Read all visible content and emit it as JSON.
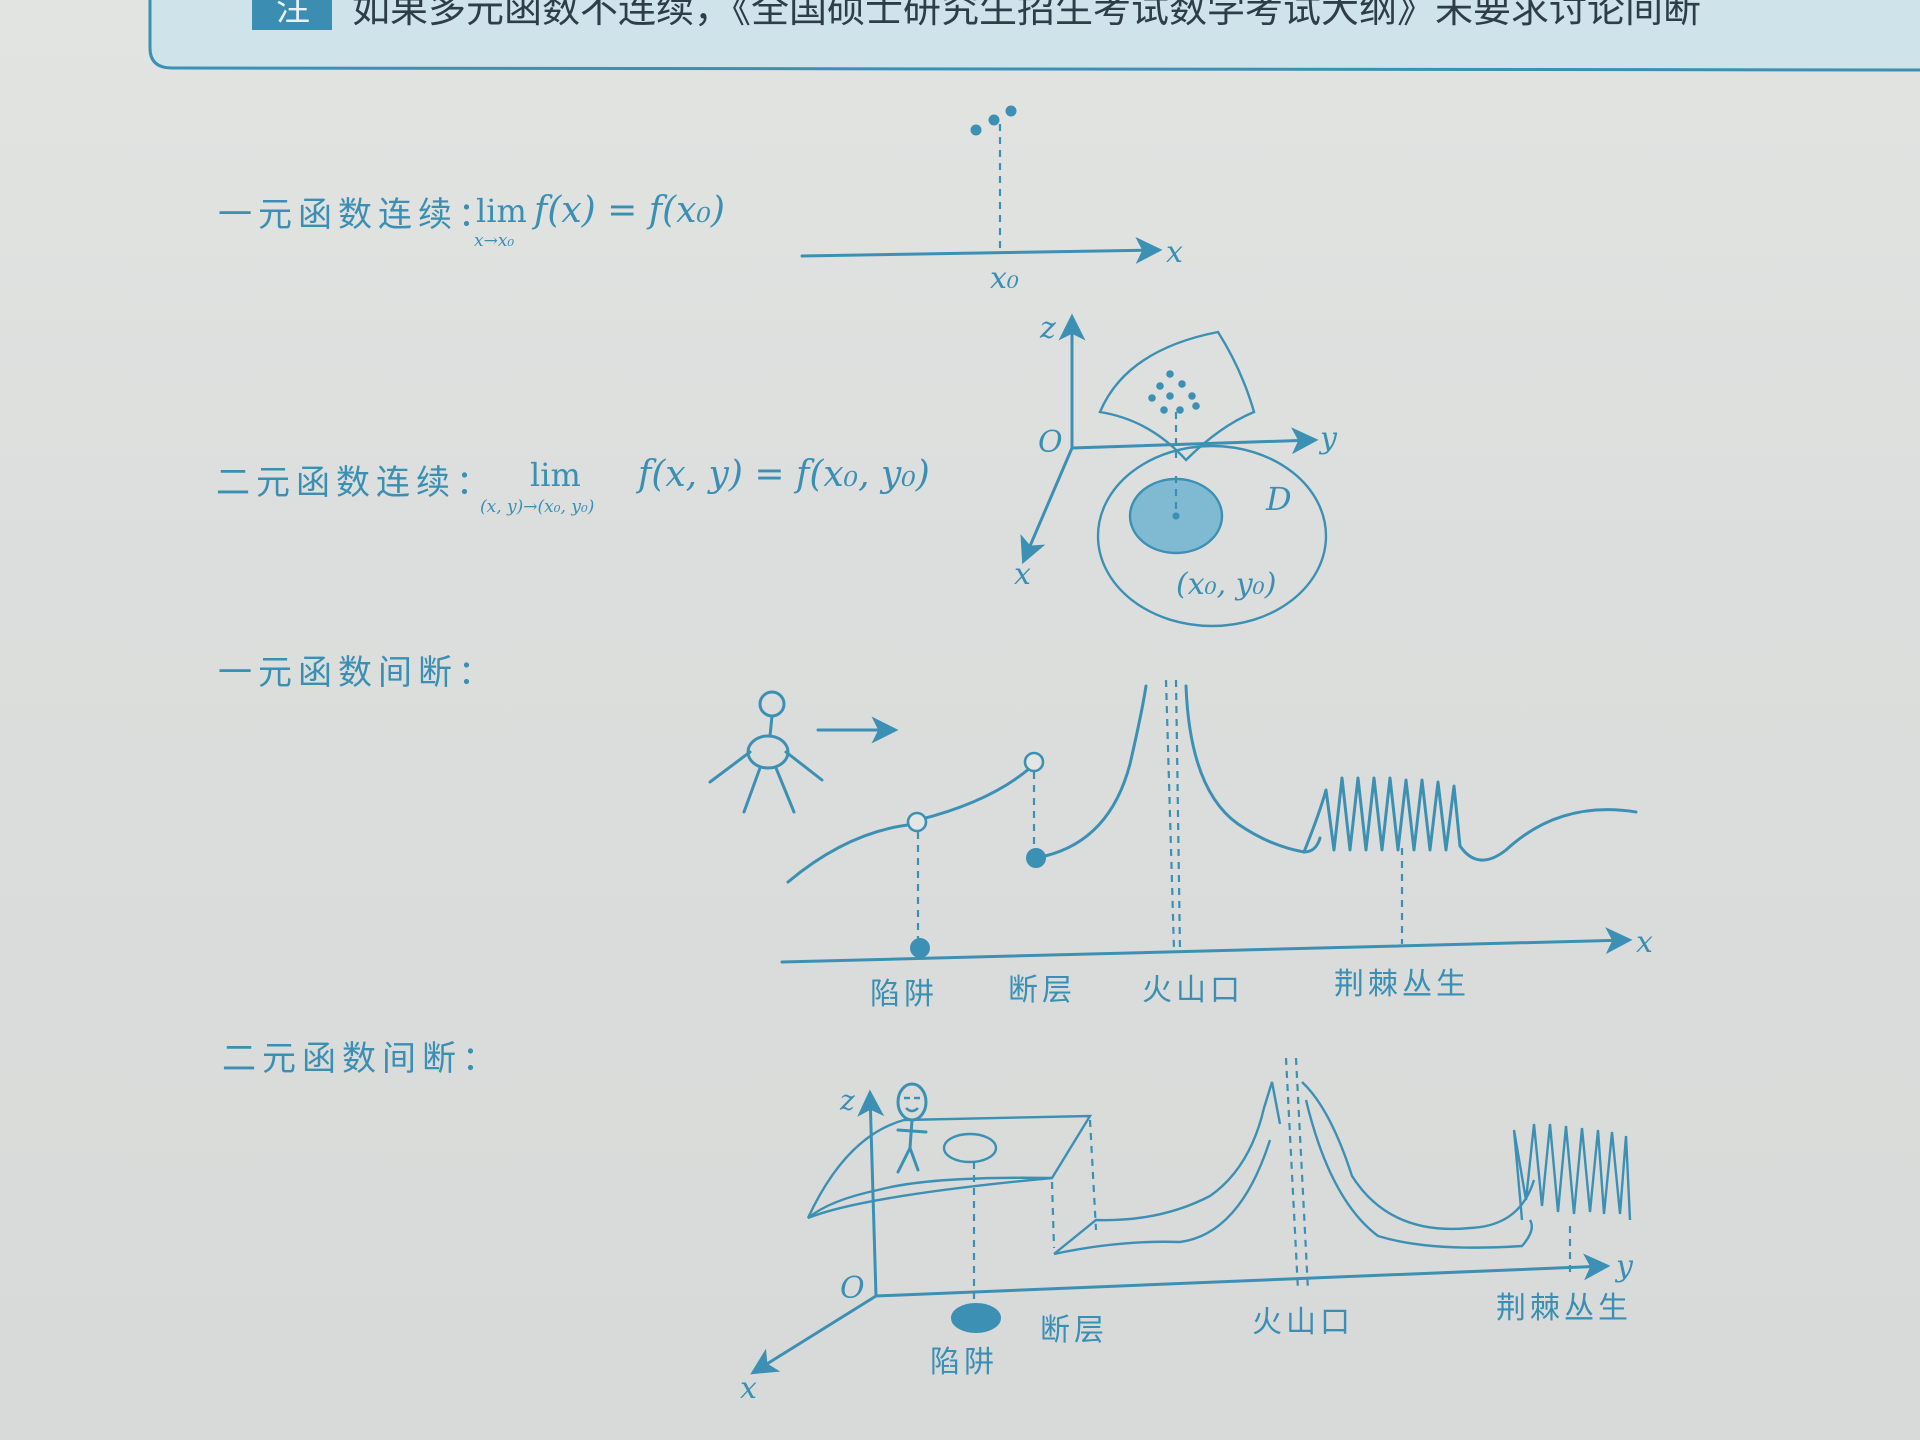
{
  "banner": {
    "badge": "注",
    "text": "如果多元函数不连续，《全国硕士研究生招生考试数学考试大纲》未要求讨论间断"
  },
  "sections": {
    "one_var_continuous": {
      "heading": "一元函数连续：",
      "lim_word": "lim",
      "lim_sub": "x→x₀",
      "formula": "f(x) = f(x₀)",
      "axis_x": "x",
      "point_label": "x₀"
    },
    "two_var_continuous": {
      "heading": "二元函数连续：",
      "lim_word": "lim",
      "lim_sub": "(x, y)→(x₀, y₀)",
      "formula": "f(x, y) = f(x₀, y₀)",
      "axis_z": "z",
      "axis_y": "y",
      "axis_x": "x",
      "origin": "O",
      "region": "D",
      "point_label": "(x₀, y₀)"
    },
    "one_var_discontinuous": {
      "heading": "一元函数间断：",
      "axis_x": "x",
      "labels": [
        "陷阱",
        "断层",
        "火山口",
        "荆棘丛生"
      ]
    },
    "two_var_discontinuous": {
      "heading": "二元函数间断：",
      "axis_z": "z",
      "axis_y": "y",
      "axis_x": "x",
      "origin": "O",
      "labels": [
        "陷阱",
        "断层",
        "火山口",
        "荆棘丛生"
      ]
    }
  }
}
